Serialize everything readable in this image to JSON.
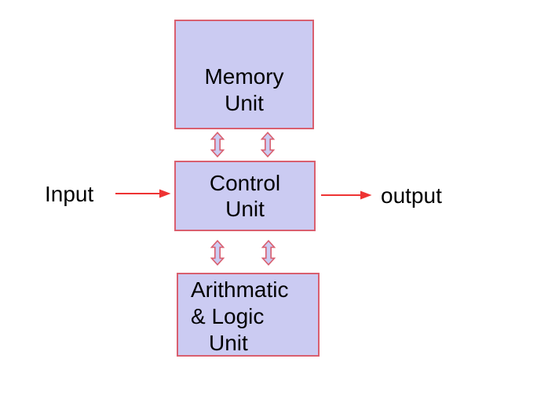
{
  "diagram": {
    "boxes": {
      "memory": {
        "lines": [
          "Memory",
          "Unit"
        ]
      },
      "control": {
        "lines": [
          "Control",
          "Unit"
        ]
      },
      "alu": {
        "lines": [
          "Arithmatic",
          "& Logic",
          "Unit"
        ]
      }
    },
    "labels": {
      "input": "Input",
      "output": "output"
    },
    "icons": {
      "bidirectional_arrow": "double-arrow-icon",
      "flow_arrow": "right-arrow-icon"
    },
    "colors": {
      "background": "#ffffff",
      "box_fill": "#cbcbf2",
      "box_border": "#d95f6f",
      "arrow_fill": "#cbcbf2",
      "arrow_outline": "#d95f6f",
      "flow_arrow": "#ee3333",
      "text": "#000000"
    }
  }
}
